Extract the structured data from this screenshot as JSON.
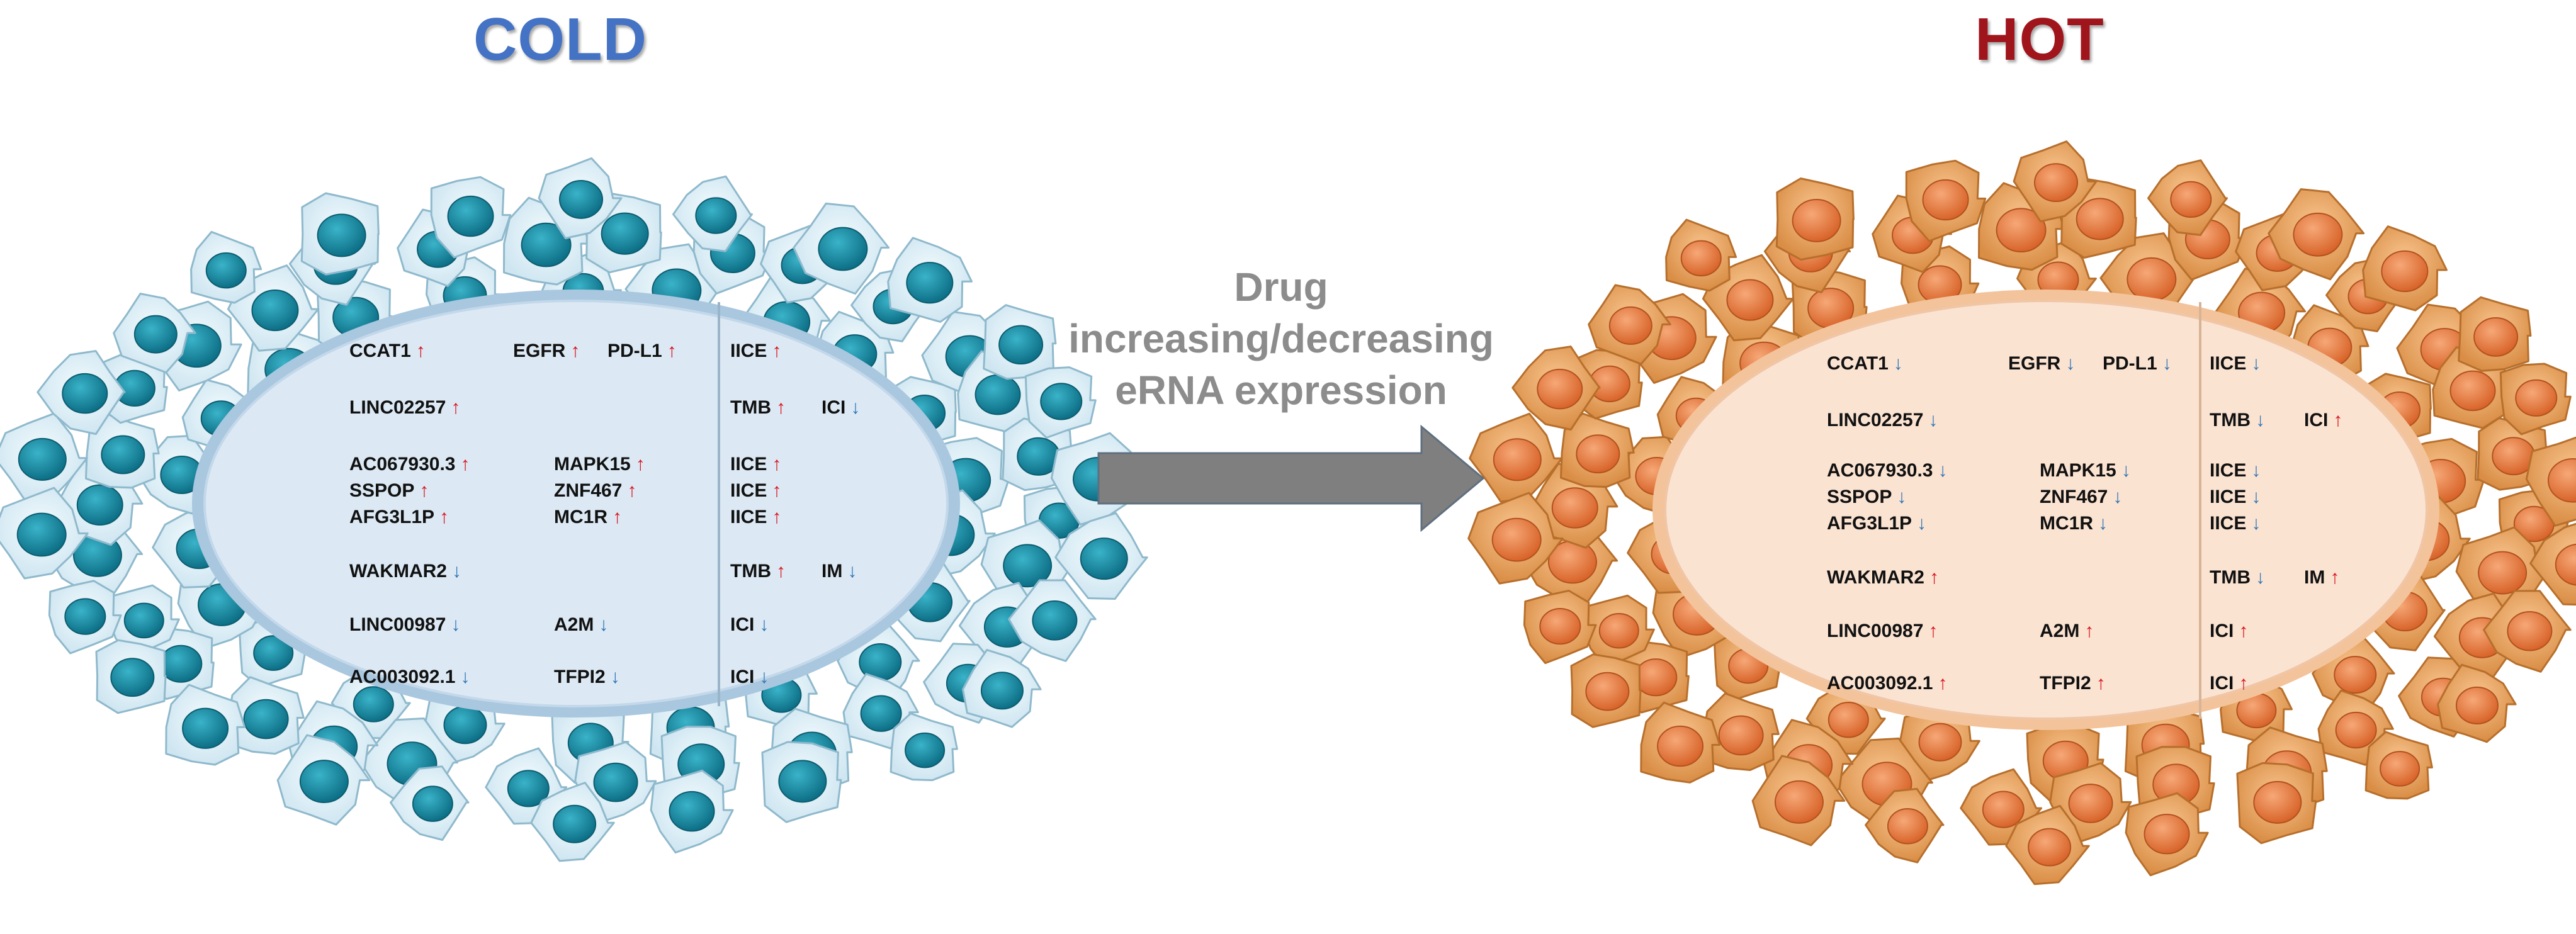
{
  "colors": {
    "cold_title": "#4472c4",
    "hot_title": "#a0141c",
    "up": "#d9141f",
    "down": "#2e75b6",
    "arrow_fill": "#7f7f7f",
    "cold_cell": "#d4ebf5",
    "cold_nucleus": "#1a8ba3",
    "hot_cell": "#e8a863",
    "hot_nucleus": "#e87a3c"
  },
  "cold": {
    "title": "COLD",
    "genes": [
      [
        {
          "text": "CCAT1",
          "dir": "up"
        },
        {
          "text": "EGFR",
          "dir": "up"
        },
        {
          "text": "PD-L1",
          "dir": "up"
        }
      ],
      [
        {
          "text": "LINC02257",
          "dir": "up"
        }
      ],
      [
        {
          "text": "AC067930.3",
          "dir": "up"
        },
        {
          "text": "MAPK15",
          "dir": "up"
        }
      ],
      [
        {
          "text": "SSPOP",
          "dir": "up"
        },
        {
          "text": "ZNF467",
          "dir": "up"
        }
      ],
      [
        {
          "text": "AFG3L1P",
          "dir": "up"
        },
        {
          "text": "MC1R",
          "dir": "up"
        }
      ],
      [
        {
          "text": "WAKMAR2",
          "dir": "down"
        }
      ],
      [
        {
          "text": "LINC00987",
          "dir": "down"
        },
        {
          "text": "A2M",
          "dir": "down"
        }
      ],
      [
        {
          "text": "AC003092.1",
          "dir": "down"
        },
        {
          "text": "TFPI2",
          "dir": "down"
        }
      ]
    ],
    "immune": [
      [
        {
          "text": "IICE",
          "dir": "up"
        }
      ],
      [
        {
          "text": "TMB",
          "dir": "up"
        },
        {
          "text": "ICI",
          "dir": "down"
        }
      ],
      [
        {
          "text": "IICE",
          "dir": "up"
        }
      ],
      [
        {
          "text": "IICE",
          "dir": "up"
        }
      ],
      [
        {
          "text": "IICE",
          "dir": "up"
        }
      ],
      [
        {
          "text": "TMB",
          "dir": "up"
        },
        {
          "text": "IM",
          "dir": "down"
        }
      ],
      [
        {
          "text": "ICI",
          "dir": "down"
        }
      ],
      [
        {
          "text": "ICI",
          "dir": "down"
        }
      ]
    ]
  },
  "hot": {
    "title": "HOT",
    "genes": [
      [
        {
          "text": "CCAT1",
          "dir": "down"
        },
        {
          "text": "EGFR",
          "dir": "down"
        },
        {
          "text": "PD-L1",
          "dir": "down"
        }
      ],
      [
        {
          "text": "LINC02257",
          "dir": "down"
        }
      ],
      [
        {
          "text": "AC067930.3",
          "dir": "down"
        },
        {
          "text": "MAPK15",
          "dir": "down"
        }
      ],
      [
        {
          "text": "SSPOP",
          "dir": "down"
        },
        {
          "text": "ZNF467",
          "dir": "down"
        }
      ],
      [
        {
          "text": "AFG3L1P",
          "dir": "down"
        },
        {
          "text": "MC1R",
          "dir": "down"
        }
      ],
      [
        {
          "text": "WAKMAR2",
          "dir": "up"
        }
      ],
      [
        {
          "text": "LINC00987",
          "dir": "up"
        },
        {
          "text": "A2M",
          "dir": "up"
        }
      ],
      [
        {
          "text": "AC003092.1",
          "dir": "up"
        },
        {
          "text": "TFPI2",
          "dir": "up"
        }
      ]
    ],
    "immune": [
      [
        {
          "text": "IICE",
          "dir": "down"
        }
      ],
      [
        {
          "text": "TMB",
          "dir": "down"
        },
        {
          "text": "ICI",
          "dir": "up"
        }
      ],
      [
        {
          "text": "IICE",
          "dir": "down"
        }
      ],
      [
        {
          "text": "IICE",
          "dir": "down"
        }
      ],
      [
        {
          "text": "IICE",
          "dir": "down"
        }
      ],
      [
        {
          "text": "TMB",
          "dir": "down"
        },
        {
          "text": "IM",
          "dir": "up"
        }
      ],
      [
        {
          "text": "ICI",
          "dir": "up"
        }
      ],
      [
        {
          "text": "ICI",
          "dir": "up"
        }
      ]
    ]
  },
  "center_label": [
    "Drug",
    "increasing/decreasing",
    "eRNA expression"
  ],
  "icons": {
    "up": "up-arrow-icon",
    "down": "down-arrow-icon",
    "center": "right-arrow-icon"
  }
}
